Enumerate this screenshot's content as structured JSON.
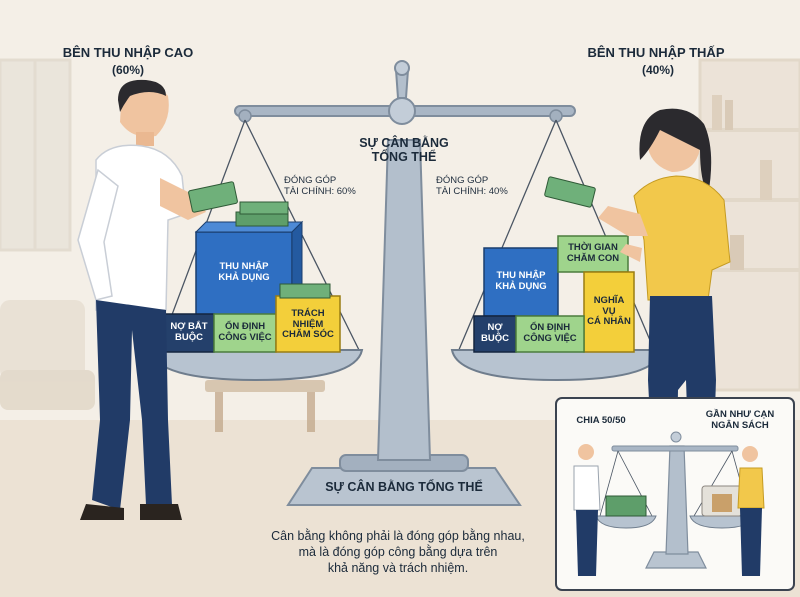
{
  "left_side": {
    "title": "BÊN THU NHẬP CAO",
    "percent": "(60%)",
    "contribution": "ĐÓNG GÓP\nTÀI CHÍNH: 60%",
    "boxes": {
      "income": "THU NHẬP\nKHẢ DỤNG",
      "debt": "NỢ BẮT\nBUỘC",
      "stable": "ỔN ĐỊNH\nCÔNG VIỆC",
      "care": "TRÁCH\nNHIỆM\nCHĂM SÓC"
    }
  },
  "right_side": {
    "title": "BÊN THU NHẬP THẤP",
    "percent": "(40%)",
    "contribution": "ĐÓNG GÓP\nTÀI CHÍNH: 40%",
    "boxes": {
      "income": "THU NHẬP\nKHẢ DỤNG",
      "debt": "NỢ\nBUỘC",
      "stable": "ỔN ĐỊNH\nCÔNG VIỆC",
      "childcare": "THỜI GIAN\nCHĂM CON",
      "duty": "NGHĨA VỤ\nCÁ NHÂN"
    }
  },
  "center": {
    "title": "SỰ CÂN BẰNG\nTỔNG THỂ",
    "base_label": "SỰ CÂN BẰNG TỔNG THỂ"
  },
  "caption": "Cân bằng không phải là đóng góp bằng nhau,\nmà là đóng góp công bằng dựa trên\nkhả năng và trách nhiệm.",
  "inset": {
    "left_label": "CHIA 50/50",
    "right_label": "GẦN NHƯ CẠN\nNGÂN SÁCH"
  },
  "colors": {
    "background": "#f4efe7",
    "scale_metal": "#aab7c6",
    "box_blue": "#2f6fc2",
    "box_navy": "#24406b",
    "box_green": "#9fd48c",
    "box_yellow": "#f3cf3a",
    "shirt_yellow": "#f2c84b",
    "pants_navy": "#213b67"
  }
}
